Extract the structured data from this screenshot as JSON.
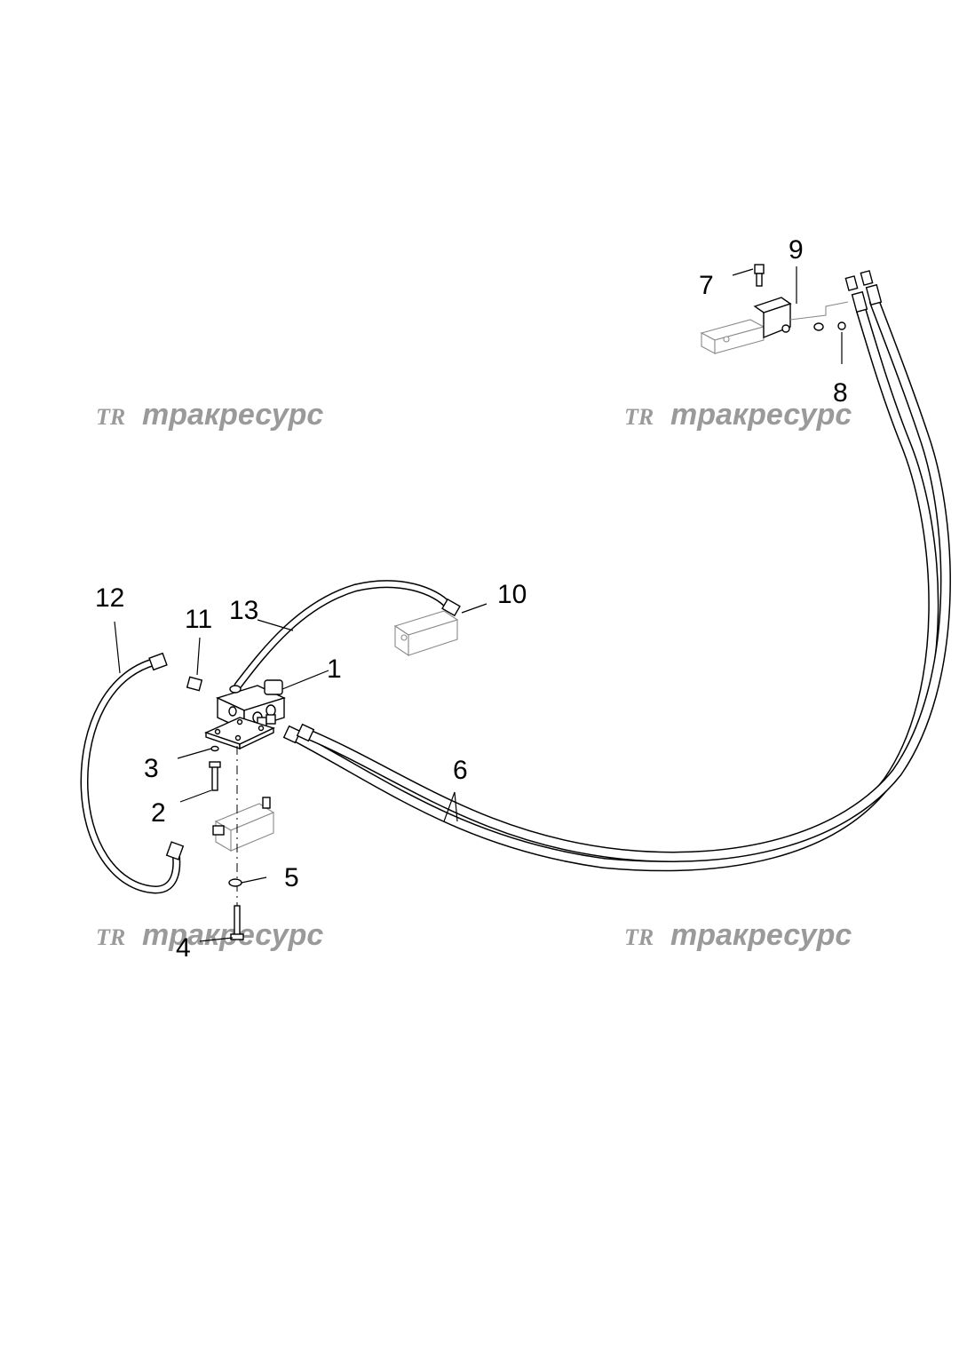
{
  "watermark": {
    "logo": "TR",
    "text": "тракресурс"
  },
  "callouts": {
    "p1": "1",
    "p2": "2",
    "p3": "3",
    "p4": "4",
    "p5": "5",
    "p6": "6",
    "p7": "7",
    "p8": "8",
    "p9": "9",
    "p10": "10",
    "p11": "11",
    "p12": "12",
    "p13": "13"
  }
}
